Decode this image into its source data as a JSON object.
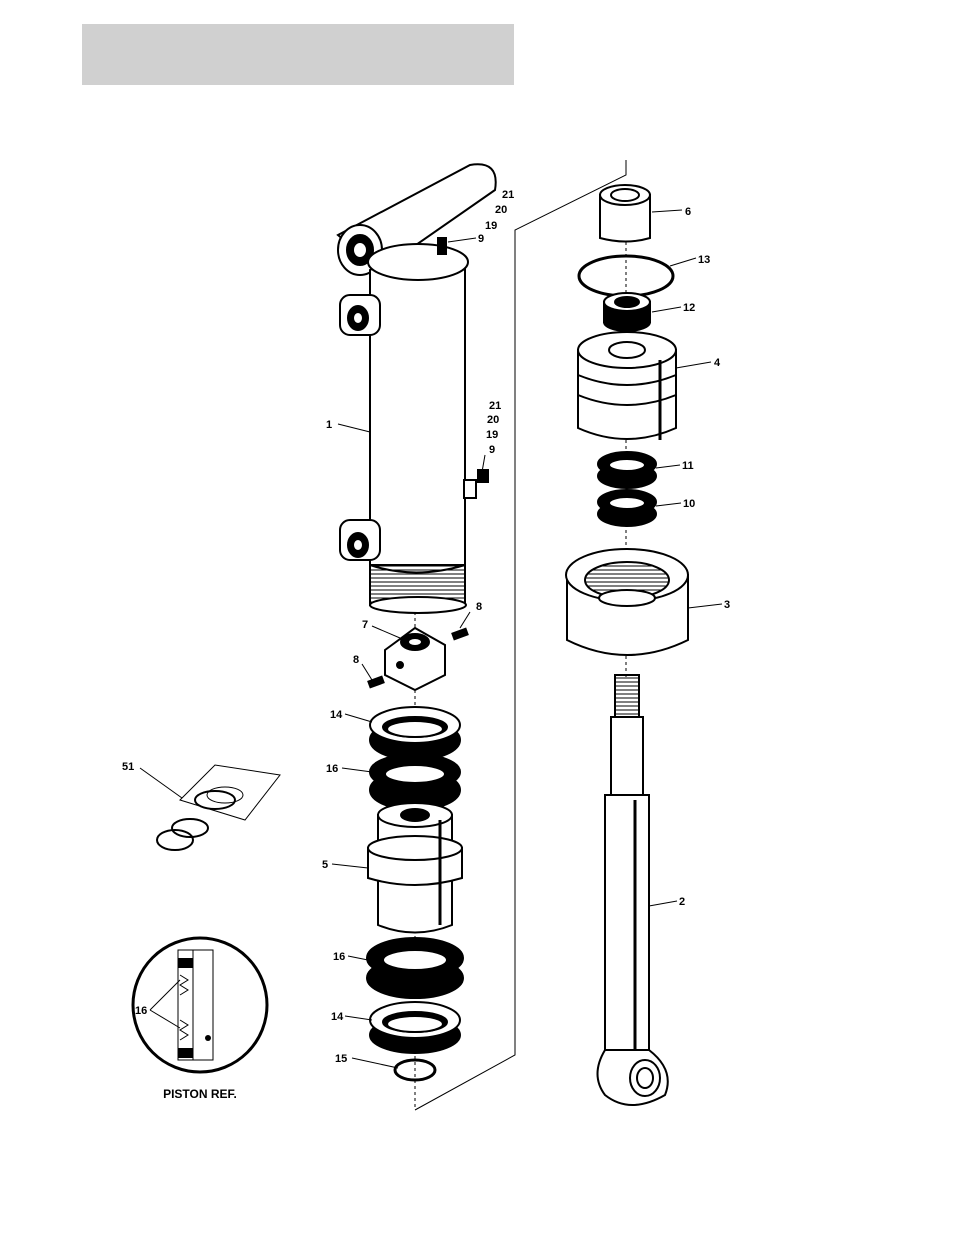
{
  "header": {
    "title": ""
  },
  "callouts": {
    "p21a": "21",
    "p20a": "20",
    "p19a": "19",
    "p9a": "9",
    "p21b": "21",
    "p20b": "20",
    "p19b": "19",
    "p9b": "9",
    "p1": "1",
    "p8a": "8",
    "p7": "7",
    "p8b": "8",
    "p14a": "14",
    "p16a": "16",
    "p5": "5",
    "p16b": "16",
    "p14b": "14",
    "p15": "15",
    "p51": "51",
    "p16c": "16",
    "p6": "6",
    "p13": "13",
    "p12": "12",
    "p4": "4",
    "p11": "11",
    "p10": "10",
    "p3": "3",
    "p2": "2"
  },
  "inset": {
    "caption": "PISTON REF."
  }
}
